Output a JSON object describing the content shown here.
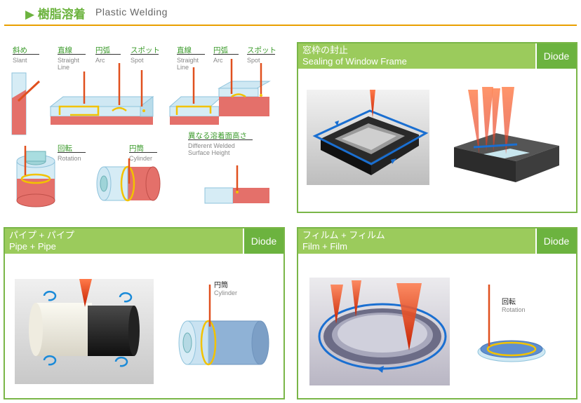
{
  "header": {
    "title": "▶ 樹脂溶着",
    "subtitle": "Plastic  Welding"
  },
  "welding_types": {
    "slant": {
      "jp": "斜め",
      "en": "Slant"
    },
    "straight": {
      "jp": "直線",
      "en1": "Straight",
      "en2": "Line"
    },
    "arc": {
      "jp": "円弧",
      "en": "Arc"
    },
    "spot": {
      "jp": "スポット",
      "en": "Spot"
    },
    "rotation": {
      "jp": "回転",
      "en": "Rotation"
    },
    "cylinder": {
      "jp": "円筒",
      "en": "Cylinder"
    },
    "diff_height": {
      "jp": "異なる溶着面高さ",
      "en1": "Different Welded",
      "en2": "Surface Height"
    }
  },
  "panels": {
    "window": {
      "title_jp": "窓枠の封止",
      "title_en": "Sealing of Window Frame",
      "badge": "Diode"
    },
    "pipe": {
      "title_jp": "パイプ + パイプ",
      "title_en": "Pipe + Pipe",
      "badge": "Diode",
      "caption_jp": "円筒",
      "caption_en": "Cylinder"
    },
    "film": {
      "title_jp": "フィルム + フィルム",
      "title_en": "Film + Film",
      "badge": "Diode",
      "caption_jp": "回転",
      "caption_en": "Rotation"
    }
  },
  "colors": {
    "green": "#6cb33f",
    "light_green": "#9bcb5c",
    "orange_rule": "#e9a000",
    "laser": "#e0501e",
    "weld_line": "#f2c200"
  }
}
